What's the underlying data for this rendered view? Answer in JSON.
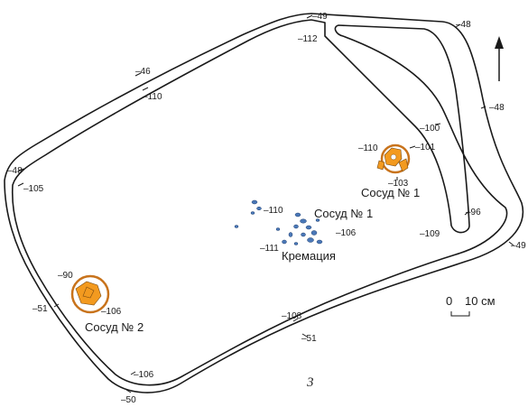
{
  "figure_number": "3",
  "labels": {
    "vessel_1_center": "Сосуд № 1",
    "vessel_1_right": "Сосуд № 1",
    "vessel_2": "Сосуд № 2",
    "cremation": "Кремация"
  },
  "scale_bar": {
    "start": "0",
    "end": "10 см"
  },
  "depths": {
    "d_49_top": "–49",
    "d_112": "–112",
    "d_48_top_right": "–48",
    "d_46": "–46",
    "d_110_top_left": "–110",
    "d_48_right": "–48",
    "d_100": "–100",
    "d_110_v1": "–110",
    "d_101": "–101",
    "d_103": "–103",
    "d_48_left": "–48",
    "d_105": "–105",
    "d_110_center": "–110",
    "d_106_center": "–106",
    "d_111": "–111",
    "d_96": "–96",
    "d_109": "–109",
    "d_49_right": "–49",
    "d_90": "–90",
    "d_106_v2": "–106",
    "d_51_left": "–51",
    "d_108": "–108",
    "d_51_bottom": "–51",
    "d_106_bottom": "–106",
    "d_50": "–50"
  }
}
